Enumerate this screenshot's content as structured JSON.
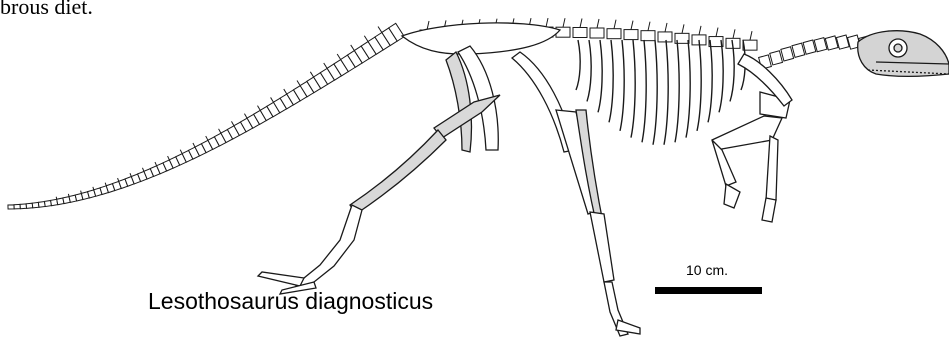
{
  "page_fragment": "brous diet.",
  "caption": "Lesothosaurus diagnosticus",
  "scale_bar": {
    "label": "10 cm."
  },
  "colors": {
    "bone_fill": "#ffffff",
    "bone_stroke": "#1a1a1a",
    "limb_highlight": "#d9d9d9",
    "skull_fill": "#d4d4d4"
  }
}
